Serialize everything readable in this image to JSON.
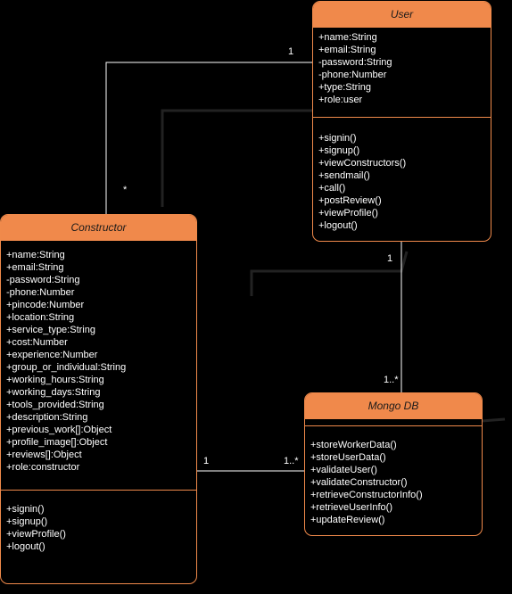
{
  "classes": {
    "user": {
      "name": "User",
      "attributes": [
        "+name:String",
        "+email:String",
        "-password:String",
        "-phone:Number",
        "+type:String",
        "+role:user"
      ],
      "methods": [
        "+signin()",
        "+signup()",
        "+viewConstructors()",
        "+sendmail()",
        "+call()",
        "+postReview()",
        "+viewProfile()",
        "+logout()"
      ]
    },
    "constructor": {
      "name": "Constructor",
      "attributes": [
        "+name:String",
        "+email:String",
        "-password:String",
        "-phone:Number",
        "+pincode:Number",
        "+location:String",
        "+service_type:String",
        "+cost:Number",
        "+experience:Number",
        "+group_or_individual:String",
        "+working_hours:String",
        "+working_days:String",
        "+tools_provided:String",
        "+description:String",
        "+previous_work[]:Object",
        "+profile_image[]:Object",
        "+reviews[]:Object",
        "+role:constructor"
      ],
      "methods": [
        "+signin()",
        "+signup()",
        "+viewProfile()",
        "+logout()"
      ]
    },
    "mongodb": {
      "name": "Mongo DB",
      "attributes": [],
      "methods": [
        "+storeWorkerData()",
        "+storeUserData()",
        "+validateUser()",
        "+validateConstructor()",
        "+retrieveConstructorInfo()",
        "+retrieveUserInfo()",
        "+updateReview()"
      ]
    }
  },
  "multiplicities": {
    "user_constructor_user_end": "1",
    "user_constructor_constructor_end": "*",
    "user_mongo_user_end": "1",
    "user_mongo_mongo_end": "1..*",
    "constructor_mongo_constructor_end": "1",
    "constructor_mongo_mongo_end": "1..*"
  },
  "colors": {
    "border": "#f08a4b",
    "header": "#f0894b",
    "line": "#ffffff",
    "background": "#000000"
  }
}
